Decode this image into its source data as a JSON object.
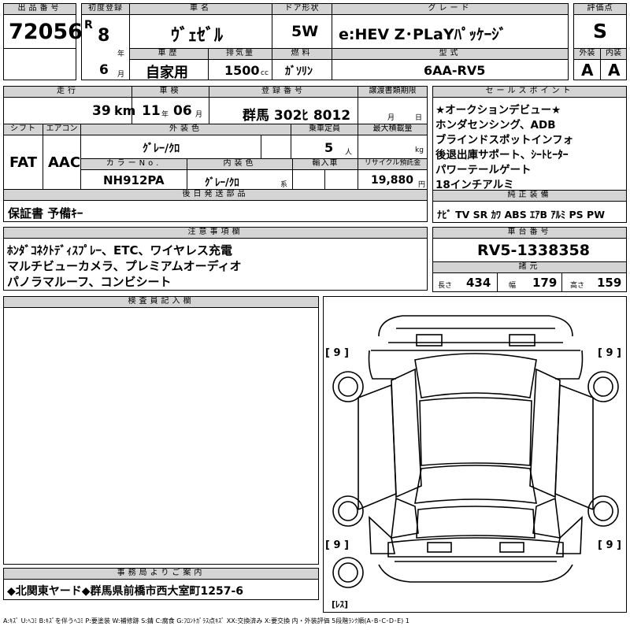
{
  "labels": {
    "lot_no": "出品番号",
    "first_reg": "初度登録",
    "car_name": "車名",
    "door": "ドア形状",
    "grade": "グレード",
    "score": "評価点",
    "history": "車歴",
    "displacement": "排気量",
    "fuel": "燃料",
    "model_code": "型式",
    "exterior": "外装",
    "interior": "内装",
    "mileage": "走行",
    "inspection": "車検",
    "reg_no": "登録番号",
    "transfer_deadline": "譲渡書類期限",
    "shift": "シフト",
    "ac": "エアコン",
    "ext_color": "外装色",
    "capacity": "乗車定員",
    "max_load": "最大積載量",
    "color_no": "カラーNo.",
    "int_color": "内装色",
    "import": "輸入車",
    "recycle": "リサイクル預託金",
    "later_parts": "後日発送部品",
    "sales_points": "セールスポイント",
    "genuine_equipment": "純正装備",
    "notes": "注意事項欄",
    "chassis_no": "車台番号",
    "dimensions": "諸元",
    "inspector": "検査員記入欄",
    "office_info": "事務局よりご案内",
    "era": "R",
    "year_unit": "年",
    "month_unit": "月",
    "cc_unit": "cc",
    "km_unit": "km",
    "day_unit": "日",
    "person_unit": "人",
    "kg_unit": "kg",
    "yen_unit": "円",
    "kei_unit": "系",
    "length": "長さ",
    "width": "幅",
    "height": "高さ"
  },
  "values": {
    "lot_no": "72056",
    "first_reg_year": "8",
    "first_reg_month": "6",
    "car_name": "ｳﾞｪｾﾞﾙ",
    "door": "5W",
    "grade": "e:HEV Z･PLaYﾊﾟｯｹｰｼﾞ",
    "score": "S",
    "history": "自家用",
    "displacement": "1500",
    "fuel": "ｶﾞｿﾘﾝ",
    "model_code": "6AA-RV5",
    "exterior": "A",
    "interior": "A",
    "mileage": "39",
    "inspection_year": "11",
    "inspection_month": "06",
    "reg_no": "群馬 302ﾋ 8012",
    "shift": "FAT",
    "ac": "AAC",
    "ext_color": "ｸﾞﾚｰ/ｸﾛ",
    "capacity": "5",
    "color_no": "NH912PA",
    "int_color": "ｸﾞﾚｰ/ｸﾛ",
    "recycle": "19,880",
    "later_parts": "保証書 予備ｷｰ",
    "sales_points": [
      "★オークションデビュー★",
      "ホンダセンシング、ADB",
      "ブラインドスポットインフォ",
      "後退出庫サポート、ｼｰﾄﾋｰﾀｰ",
      "パワーテールゲート",
      "18インチアルミ"
    ],
    "genuine_equipment": "ﾅﾋﾞ TV SR ｶﾜ ABS ｴｱB ｱﾙﾐ PS PW",
    "notes": [
      "ﾎﾝﾀﾞｺﾈｸﾄﾃﾞｨｽﾌﾟﾚｰ、ETC、ワイヤレス充電",
      "マルチビューカメラ、プレミアムオーディオ",
      "パノラマルーフ、コンビシート"
    ],
    "chassis_no": "RV5-1338358",
    "length": "434",
    "width": "179",
    "height": "159",
    "office_info": "◆北関東ヤード◆群馬県前橋市西大室町1257-6",
    "tire_fl": "[ 9 ]",
    "tire_fr": "[ 9 ]",
    "tire_rl": "[ 9 ]",
    "tire_rr": "[ 9 ]",
    "spare": "[ﾚｽ]"
  },
  "legend": "A:ｷｽﾞ U:ﾍｺﾐ B:ｷｽﾞを伴うﾍｺﾐ P:要塗装 W:補修跡 S:錆 C:腐食 G:ﾌﾛﾝﾄｶﾞﾗｽ点ｷｽﾞ XX:交換済み X:要交換 内・外装評価 5段階ﾗﾝｸ順(A･B･C･D･E) 1"
}
